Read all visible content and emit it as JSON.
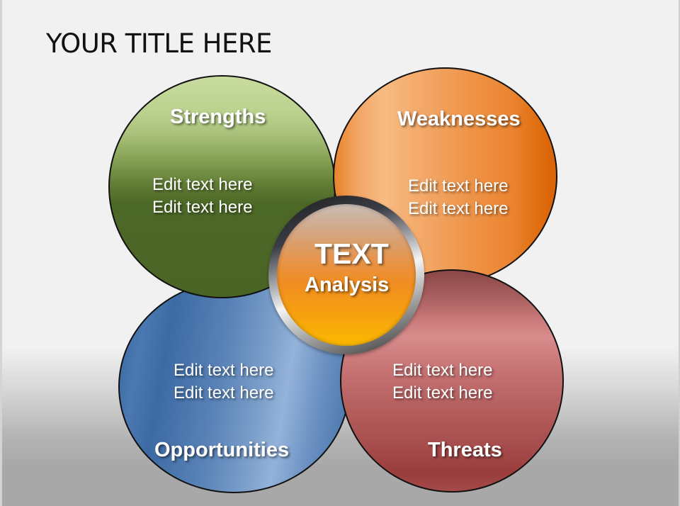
{
  "slide": {
    "title": "YOUR TITLE HERE"
  },
  "diagram": {
    "center": {
      "title": "TEXT",
      "subtitle": "Analysis",
      "color": "#f08d22"
    },
    "quadrants": [
      {
        "id": "strengths",
        "heading": "Strengths",
        "lines": [
          "Edit text here",
          "Edit text here"
        ],
        "color": "#5e7a33"
      },
      {
        "id": "weaknesses",
        "heading": "Weaknesses",
        "lines": [
          "Edit text here",
          "Edit text here"
        ],
        "color": "#ee9549"
      },
      {
        "id": "opportunities",
        "heading": "Opportunities",
        "lines": [
          "Edit text here",
          "Edit text here"
        ],
        "color": "#5b84b8"
      },
      {
        "id": "threats",
        "heading": "Threats",
        "lines": [
          "Edit text here",
          "Edit text here"
        ],
        "color": "#b55f5f"
      }
    ]
  }
}
